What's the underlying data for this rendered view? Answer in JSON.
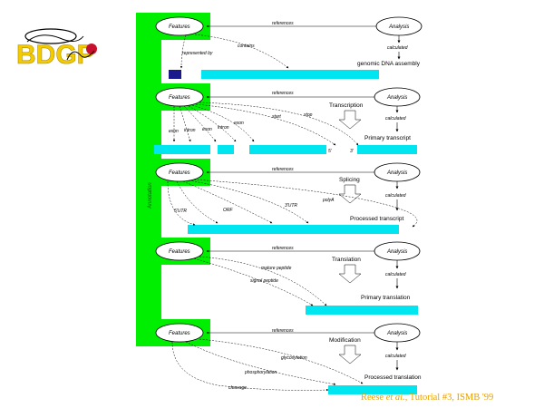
{
  "logo": {
    "text": "BDGP",
    "colors": {
      "letters": "#f2cc00",
      "dot": "#c8102e"
    }
  },
  "colors": {
    "annotation_bar": "#00ee00",
    "sequence_bar": "#00e6f0",
    "mark": "#1a1a8c"
  },
  "annotation_label": "Annotation",
  "sections": [
    {
      "features": "Features",
      "analysis": "Analysis",
      "relation": "references",
      "analysis_step": "calculated",
      "result": "genomic DNA assembly",
      "notes": [
        "represented by",
        "contains"
      ]
    },
    {
      "features": "Features",
      "analysis": "Analysis",
      "relation": "references",
      "transform": "Transcription",
      "analysis_step": "calculated",
      "result": "Primary transcript",
      "notes": [
        "exon",
        "intron",
        "exon",
        "intron",
        "exon",
        "start",
        "stop"
      ],
      "marks": [
        "5'",
        "3'"
      ]
    },
    {
      "features": "Features",
      "analysis": "Analysis",
      "relation": "references",
      "transform": "Splicing",
      "analysis_step": "calculated",
      "result": "Processed transcript",
      "notes": [
        "5'UTR",
        "ORF",
        "3'UTR",
        "polyA"
      ]
    },
    {
      "features": "Features",
      "analysis": "Analysis",
      "relation": "references",
      "transform": "Translation",
      "analysis_step": "calculated",
      "result": "Primary translation",
      "notes": [
        "signal peptide",
        "mature peptide"
      ]
    },
    {
      "features": "Features",
      "analysis": "Analysis",
      "relation": "references",
      "transform": "Modification",
      "analysis_step": "calculated",
      "result": "Processed translation",
      "notes": [
        "cleavage",
        "phosphorylation",
        "glycosylation"
      ]
    }
  ],
  "citation": {
    "authors": "Reese",
    "etal": "et al.",
    "rest": ", Tutorial #3, ISMB '99"
  }
}
